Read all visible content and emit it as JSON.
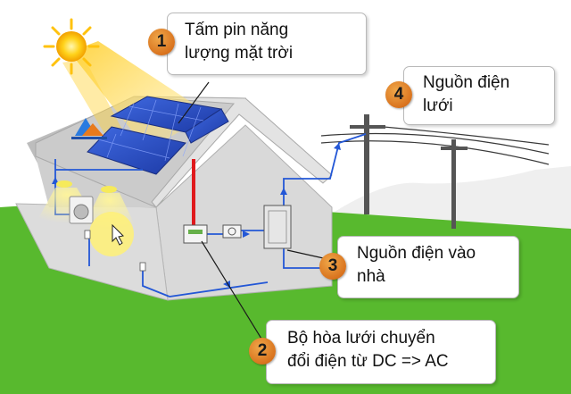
{
  "callouts": [
    {
      "number": "1",
      "line1": "Tấm pin năng",
      "line2": "lượng mặt trời"
    },
    {
      "number": "2",
      "line1": "Bộ hòa lưới chuyển",
      "line2": "đổi điện từ DC => AC"
    },
    {
      "number": "3",
      "line1": "Nguồn điện vào",
      "line2": "nhà"
    },
    {
      "number": "4",
      "line1": "Nguồn điện",
      "line2": "lưới"
    }
  ],
  "colors": {
    "grass": "#58b92e",
    "badge": "#e08a2c",
    "wire_dc": "#e0191c",
    "wire_ac": "#2357d6",
    "roof": "#c9c9c9",
    "wall": "#d8d8d8",
    "panel": "#2b4fc4"
  },
  "icons": [
    "sun-icon",
    "solar-panel-icon",
    "inverter-icon",
    "meter-icon",
    "breaker-box-icon",
    "utility-pole-icon",
    "lamp-icon",
    "washing-machine-icon",
    "cursor-icon",
    "logo-icon"
  ]
}
